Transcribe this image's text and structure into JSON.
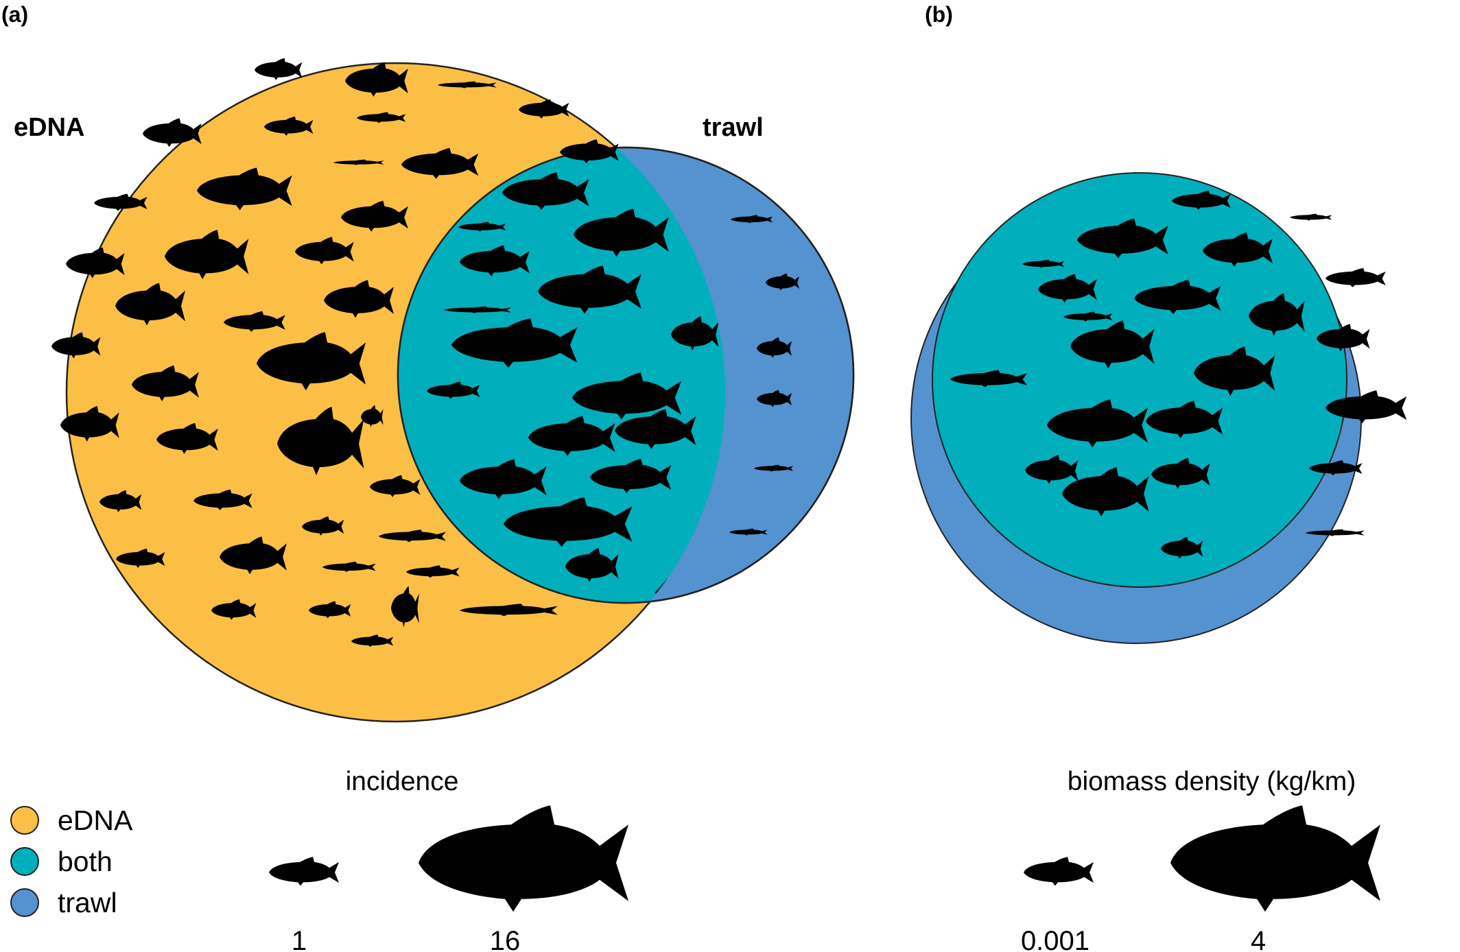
{
  "panels": {
    "a": "(a)",
    "b": "(b)"
  },
  "sets": {
    "edna_label": "eDNA",
    "trawl_label": "trawl"
  },
  "colors": {
    "edna": "#FBBF45",
    "both": "#00AFBB",
    "trawl": "#5592D0",
    "silhouette": "#000000",
    "outline": "#222222"
  },
  "legend": {
    "items": [
      {
        "label": "eDNA",
        "color": "#FBBF45"
      },
      {
        "label": "both",
        "color": "#00AFBB"
      },
      {
        "label": "trawl",
        "color": "#5592D0"
      }
    ]
  },
  "scales": {
    "incidence": {
      "title": "incidence",
      "min_label": "1",
      "max_label": "16"
    },
    "biomass": {
      "title": "biomass density (kg/km)",
      "min_label": "0.001",
      "max_label": "4"
    }
  },
  "icons": {
    "fish": "fish-silhouette-icon"
  }
}
